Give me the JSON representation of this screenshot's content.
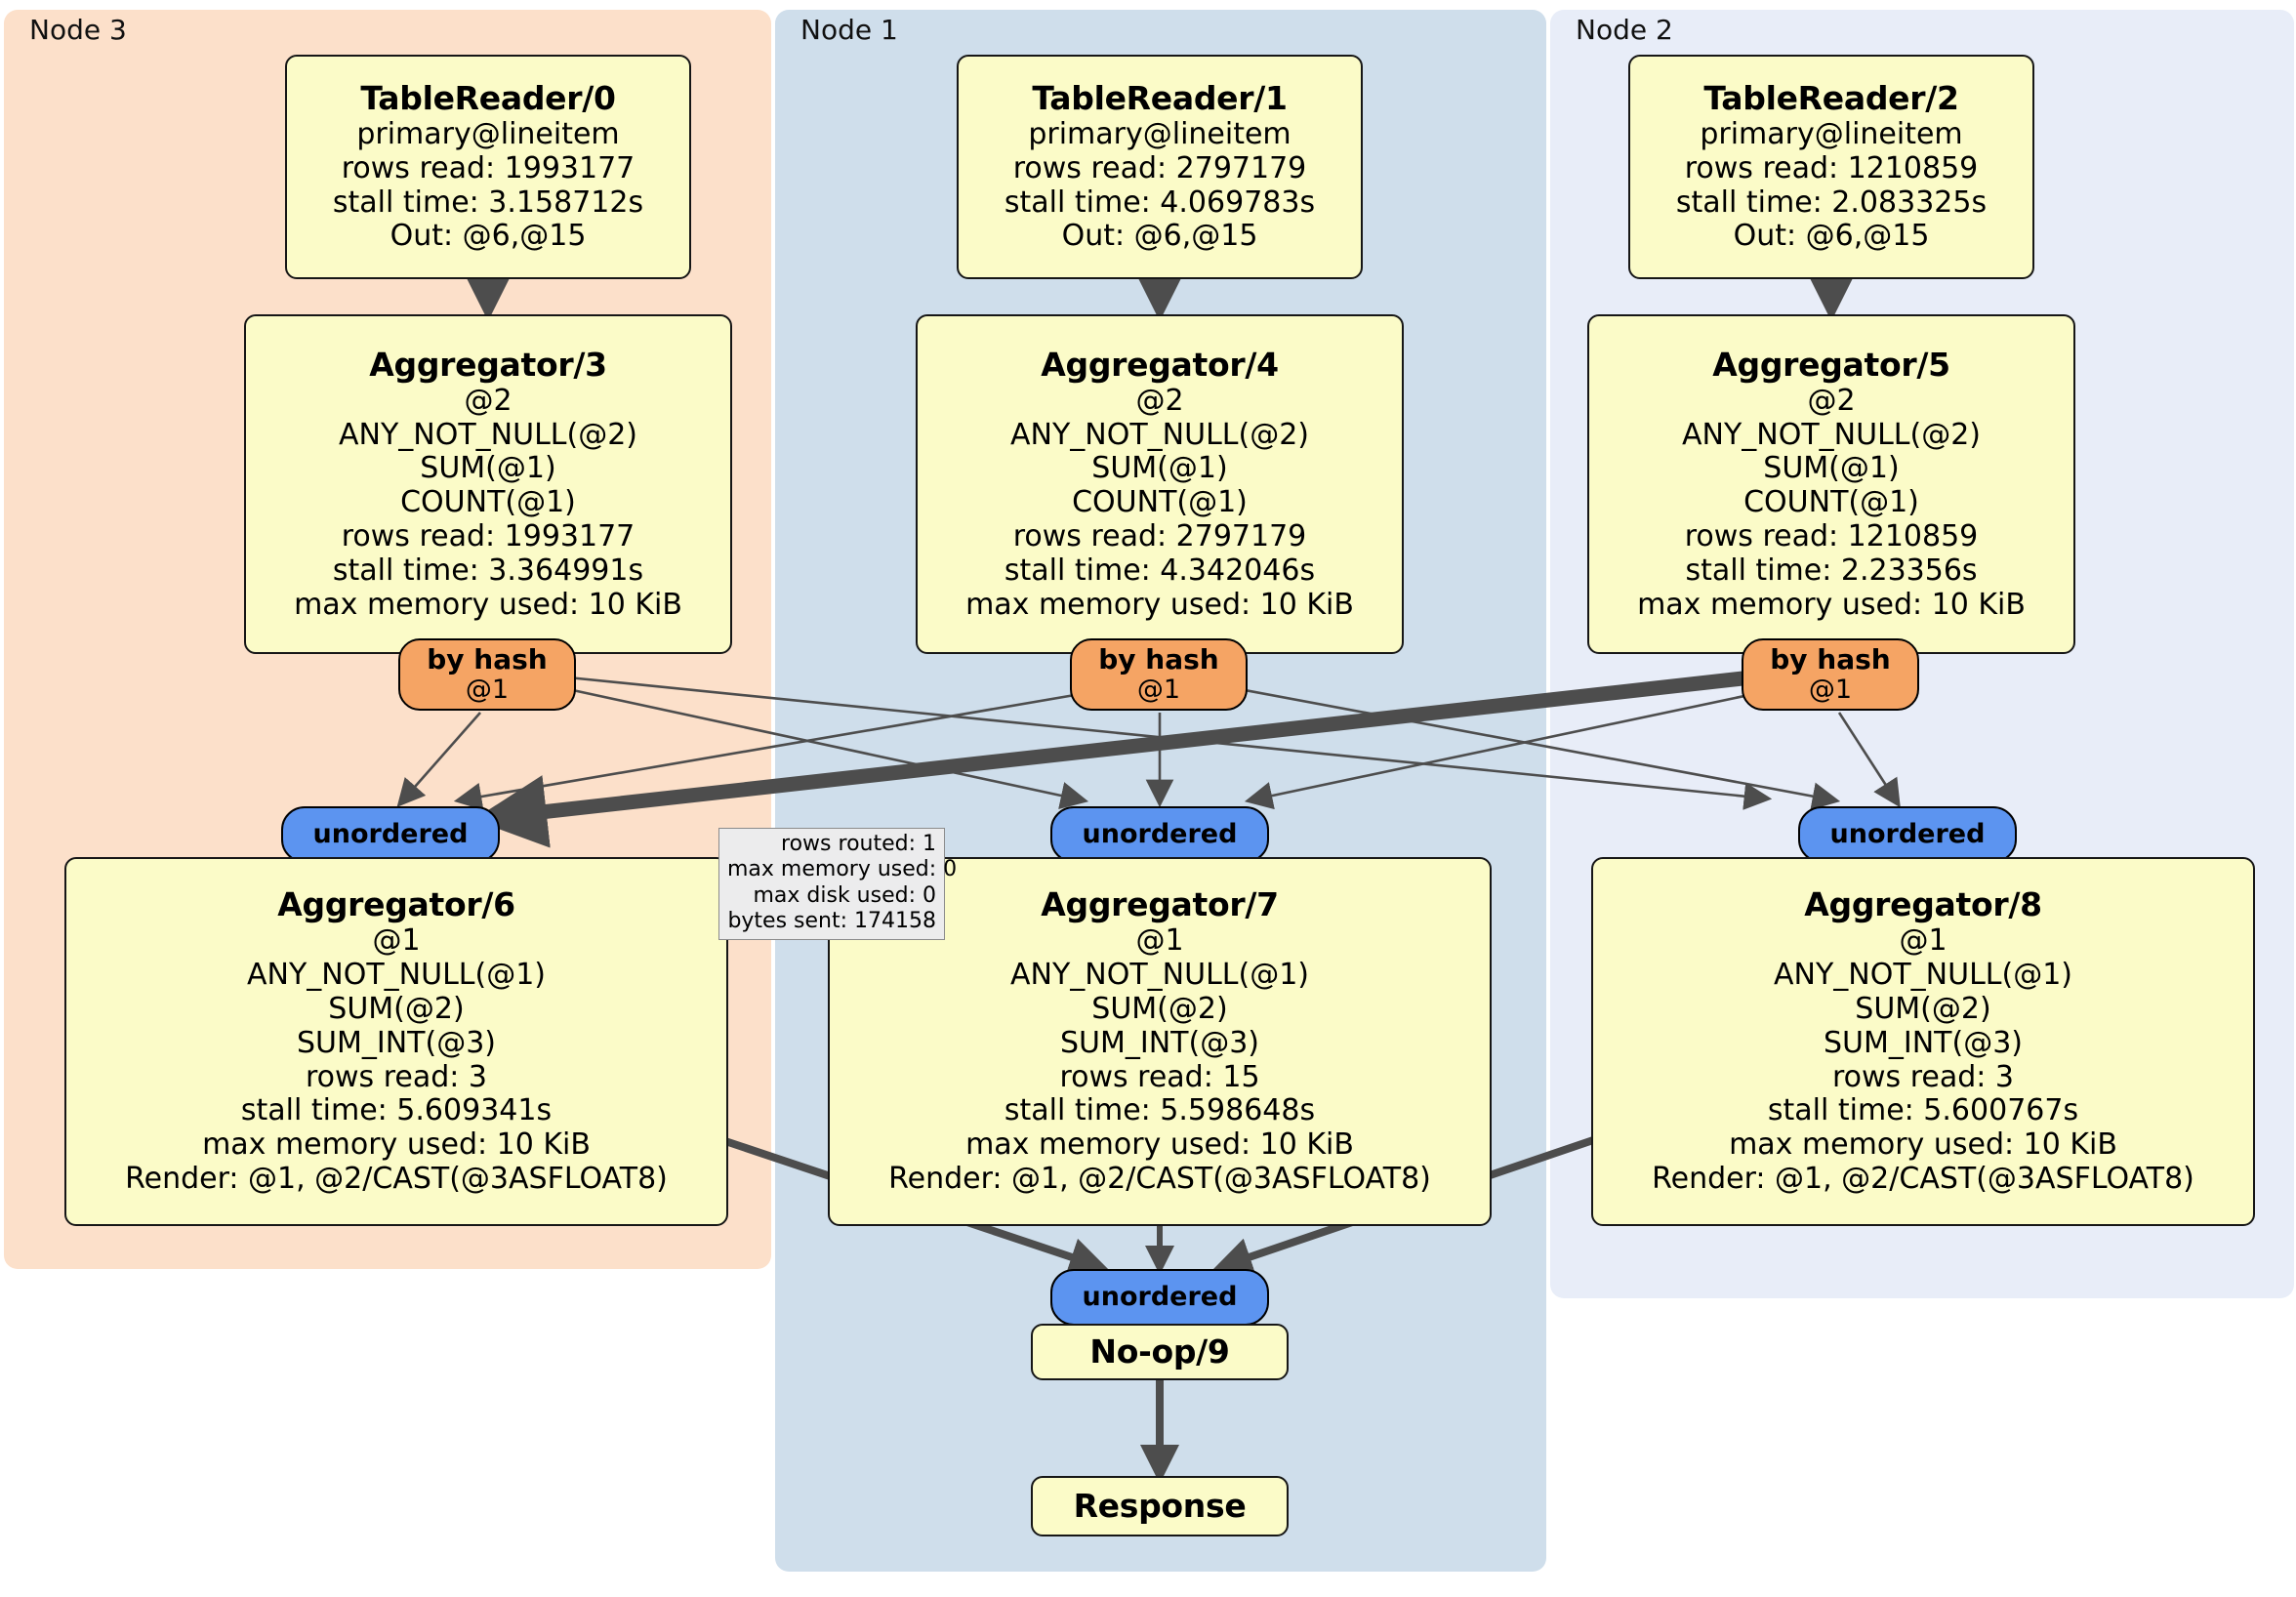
{
  "diagram": {
    "title_hidden": "distributed query execution plan",
    "clusters": [
      {
        "id": "node3",
        "label": "Node 3",
        "color": "#fce0ca"
      },
      {
        "id": "node1",
        "label": "Node 1",
        "color": "#cfdeeb"
      },
      {
        "id": "node2",
        "label": "Node 2",
        "color": "#e8edf8"
      }
    ],
    "colors": {
      "box_fill": "#fbfbc8",
      "box_stroke": "#161616",
      "hash_fill": "#f5a464",
      "unordered_fill": "#5c94f0",
      "edge": "#4d4d4d",
      "tooltip_fill": "#ececed"
    },
    "table_readers": [
      {
        "id": "tr0",
        "title": "TableReader/0",
        "lines": [
          "primary@lineitem",
          "rows read: 1993177",
          "stall time: 3.158712s",
          "Out: @6,@15"
        ]
      },
      {
        "id": "tr1",
        "title": "TableReader/1",
        "lines": [
          "primary@lineitem",
          "rows read: 2797179",
          "stall time: 4.069783s",
          "Out: @6,@15"
        ]
      },
      {
        "id": "tr2",
        "title": "TableReader/2",
        "lines": [
          "primary@lineitem",
          "rows read: 1210859",
          "stall time: 2.083325s",
          "Out: @6,@15"
        ]
      }
    ],
    "aggregators_mid": [
      {
        "id": "agg3",
        "title": "Aggregator/3",
        "lines": [
          "@2",
          "ANY_NOT_NULL(@2)",
          "SUM(@1)",
          "COUNT(@1)",
          "rows read: 1993177",
          "stall time: 3.364991s",
          "max memory used: 10 KiB"
        ]
      },
      {
        "id": "agg4",
        "title": "Aggregator/4",
        "lines": [
          "@2",
          "ANY_NOT_NULL(@2)",
          "SUM(@1)",
          "COUNT(@1)",
          "rows read: 2797179",
          "stall time: 4.342046s",
          "max memory used: 10 KiB"
        ]
      },
      {
        "id": "agg5",
        "title": "Aggregator/5",
        "lines": [
          "@2",
          "ANY_NOT_NULL(@2)",
          "SUM(@1)",
          "COUNT(@1)",
          "rows read: 1210859",
          "stall time: 2.23356s",
          "max memory used: 10 KiB"
        ]
      }
    ],
    "aggregators_bottom": [
      {
        "id": "agg6",
        "title": "Aggregator/6",
        "lines": [
          "@1",
          "ANY_NOT_NULL(@1)",
          "SUM(@2)",
          "SUM_INT(@3)",
          "rows read: 3",
          "stall time: 5.609341s",
          "max memory used: 10 KiB",
          "Render: @1, @2/CAST(@3ASFLOAT8)"
        ]
      },
      {
        "id": "agg7",
        "title": "Aggregator/7",
        "lines": [
          "@1",
          "ANY_NOT_NULL(@1)",
          "SUM(@2)",
          "SUM_INT(@3)",
          "rows read: 15",
          "stall time: 5.598648s",
          "max memory used: 10 KiB",
          "Render: @1, @2/CAST(@3ASFLOAT8)"
        ]
      },
      {
        "id": "agg8",
        "title": "Aggregator/8",
        "lines": [
          "@1",
          "ANY_NOT_NULL(@1)",
          "SUM(@2)",
          "SUM_INT(@3)",
          "rows read: 3",
          "stall time: 5.600767s",
          "max memory used: 10 KiB",
          "Render: @1, @2/CAST(@3ASFLOAT8)"
        ]
      }
    ],
    "routers_hash": [
      {
        "id": "hash3",
        "title": "by hash",
        "sub": "@1"
      },
      {
        "id": "hash4",
        "title": "by hash",
        "sub": "@1"
      },
      {
        "id": "hash5",
        "title": "by hash",
        "sub": "@1"
      }
    ],
    "routers_unordered": [
      {
        "id": "un6",
        "label": "unordered"
      },
      {
        "id": "un7",
        "label": "unordered"
      },
      {
        "id": "un8",
        "label": "unordered"
      },
      {
        "id": "un9",
        "label": "unordered"
      }
    ],
    "terminals": [
      {
        "id": "noop9",
        "label": "No-op/9"
      },
      {
        "id": "response",
        "label": "Response"
      }
    ],
    "edge_stats_tooltip": {
      "lines": [
        "rows routed: 1",
        "max memory used: 0",
        "max disk used: 0",
        "bytes sent: 174158"
      ]
    }
  }
}
